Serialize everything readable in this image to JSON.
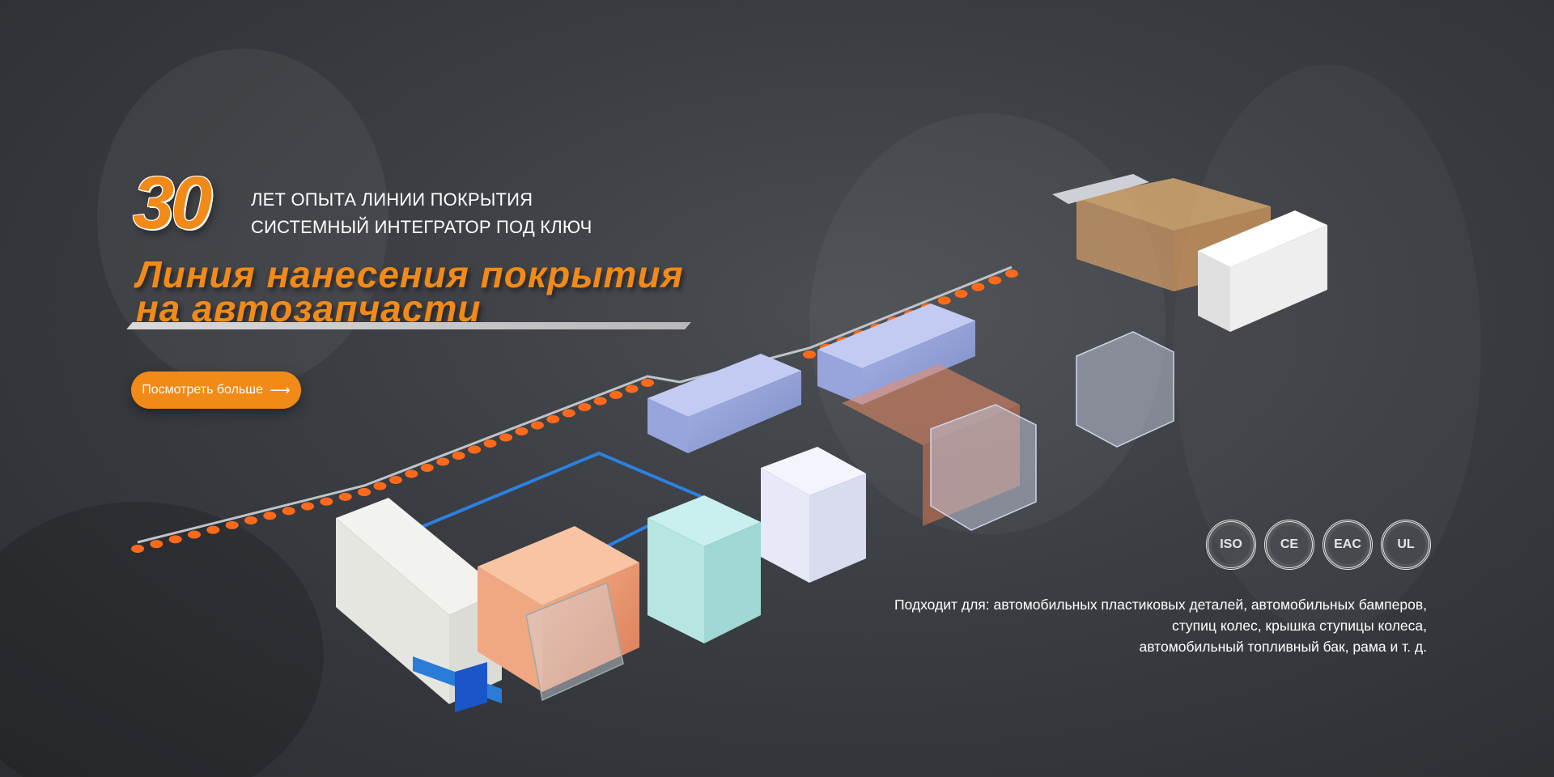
{
  "hero": {
    "years": "30",
    "subtitle_line1": "ЛЕТ ОПЫТА ЛИНИИ ПОКРЫТИЯ",
    "subtitle_line2": "СИСТЕМНЫЙ ИНТЕГРАТОР ПОД КЛЮЧ",
    "title_line1": "Линия нанесения покрытия",
    "title_line2": "на автозапчасти",
    "button_label": "Посмотреть больше",
    "arrow_icon": "arrow-right-icon"
  },
  "certifications": [
    "ISO",
    "CE",
    "EAC",
    "UL"
  ],
  "suitable": {
    "line1": "Подходит для: автомобильных пластиковых деталей, автомобильных бамперов,",
    "line2": "ступиц колес, крышка ступицы колеса,",
    "line3": "автомобильный топливный бак, рама и т. д."
  },
  "colors": {
    "accent": "#f28a18",
    "background": "#3a3d42",
    "conveyor": "#ff6a1a"
  }
}
